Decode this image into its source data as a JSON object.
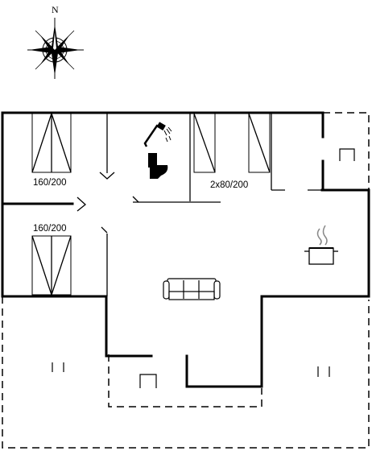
{
  "compass": {
    "north_label": "N"
  },
  "rooms": {
    "bedroom_top_left": {
      "bed_label": "160/200"
    },
    "bedroom_left": {
      "bed_label": "160/200"
    },
    "bedroom_right": {
      "bed_label": "2x80/200"
    }
  },
  "icons": [
    "compass-rose-icon",
    "shower-icon",
    "toilet-icon",
    "stove-pot-icon",
    "sofa-icon",
    "chair-icon"
  ]
}
